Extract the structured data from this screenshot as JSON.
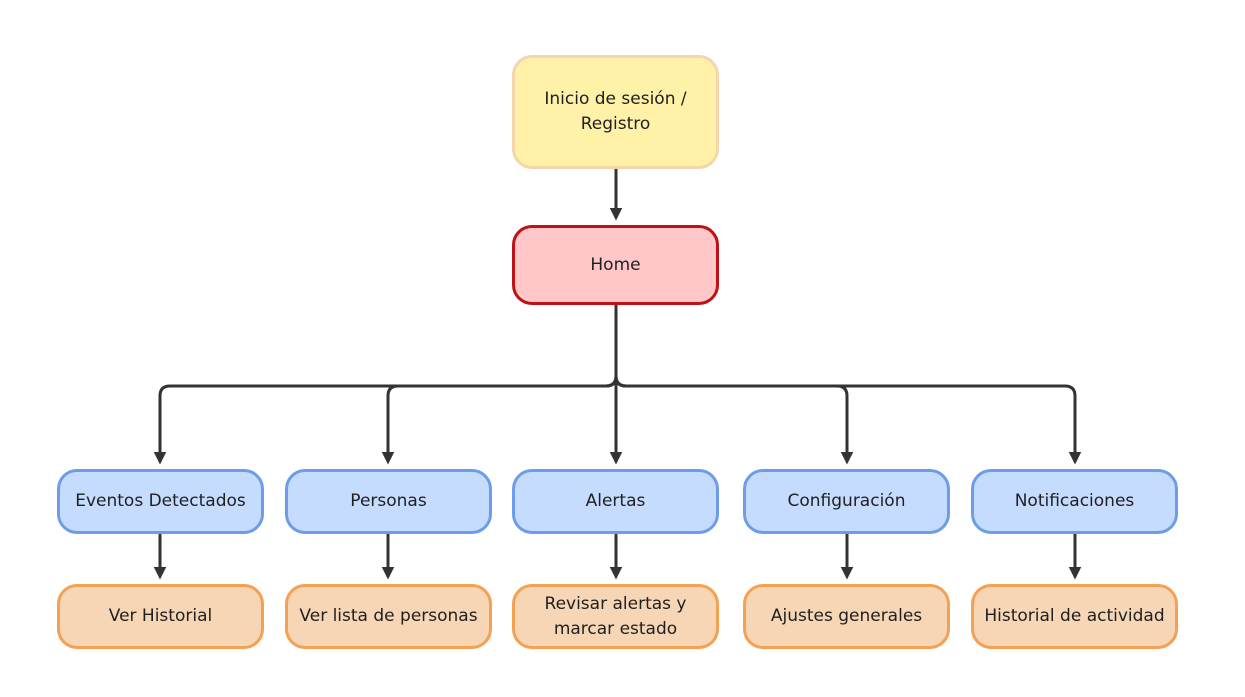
{
  "nodes": {
    "login": "Inicio de sesión /\nRegistro",
    "home": "Home",
    "sections": [
      {
        "label": "Eventos Detectados",
        "action": "Ver Historial"
      },
      {
        "label": "Personas",
        "action": "Ver lista de personas"
      },
      {
        "label": "Alertas",
        "action": "Revisar alertas y\nmarcar estado"
      },
      {
        "label": "Configuración",
        "action": "Ajustes generales"
      },
      {
        "label": "Notificaciones",
        "action": "Historial de actividad"
      }
    ]
  },
  "colors": {
    "login_fill": "#fff2a8",
    "login_border": "#f5d6ab",
    "home_fill": "#ffc7c8",
    "home_border": "#bc1218",
    "section_fill": "#c6dcfe",
    "section_border": "#6d9dea",
    "action_fill": "#f7d6b6",
    "action_border": "#f4a154",
    "connector": "#333333"
  }
}
